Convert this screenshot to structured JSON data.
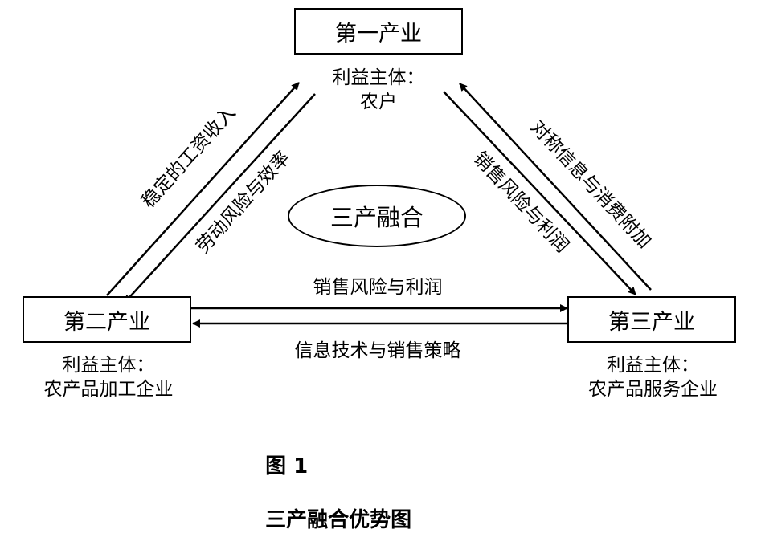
{
  "nodes": {
    "primary": {
      "title": "第一产业",
      "subject_line1": "利益主体：",
      "subject_line2": "农户"
    },
    "secondary": {
      "title": "第二产业",
      "subject_line1": "利益主体：",
      "subject_line2": "农产品加工企业"
    },
    "tertiary": {
      "title": "第三产业",
      "subject_line1": "利益主体：",
      "subject_line2": "农产品服务企业"
    }
  },
  "center": {
    "label": "三产融合"
  },
  "edges": {
    "secondary_to_primary": "稳定的工资收入",
    "primary_to_secondary": "劳动风险与效率",
    "primary_to_tertiary": "销售风险与利润",
    "tertiary_to_primary": "对称信息与消费附加",
    "secondary_to_tertiary": "销售风险与利润",
    "tertiary_to_secondary": "信息技术与销售策略"
  },
  "caption": {
    "figure_no": "图 1",
    "title": "三产融合优势图"
  }
}
